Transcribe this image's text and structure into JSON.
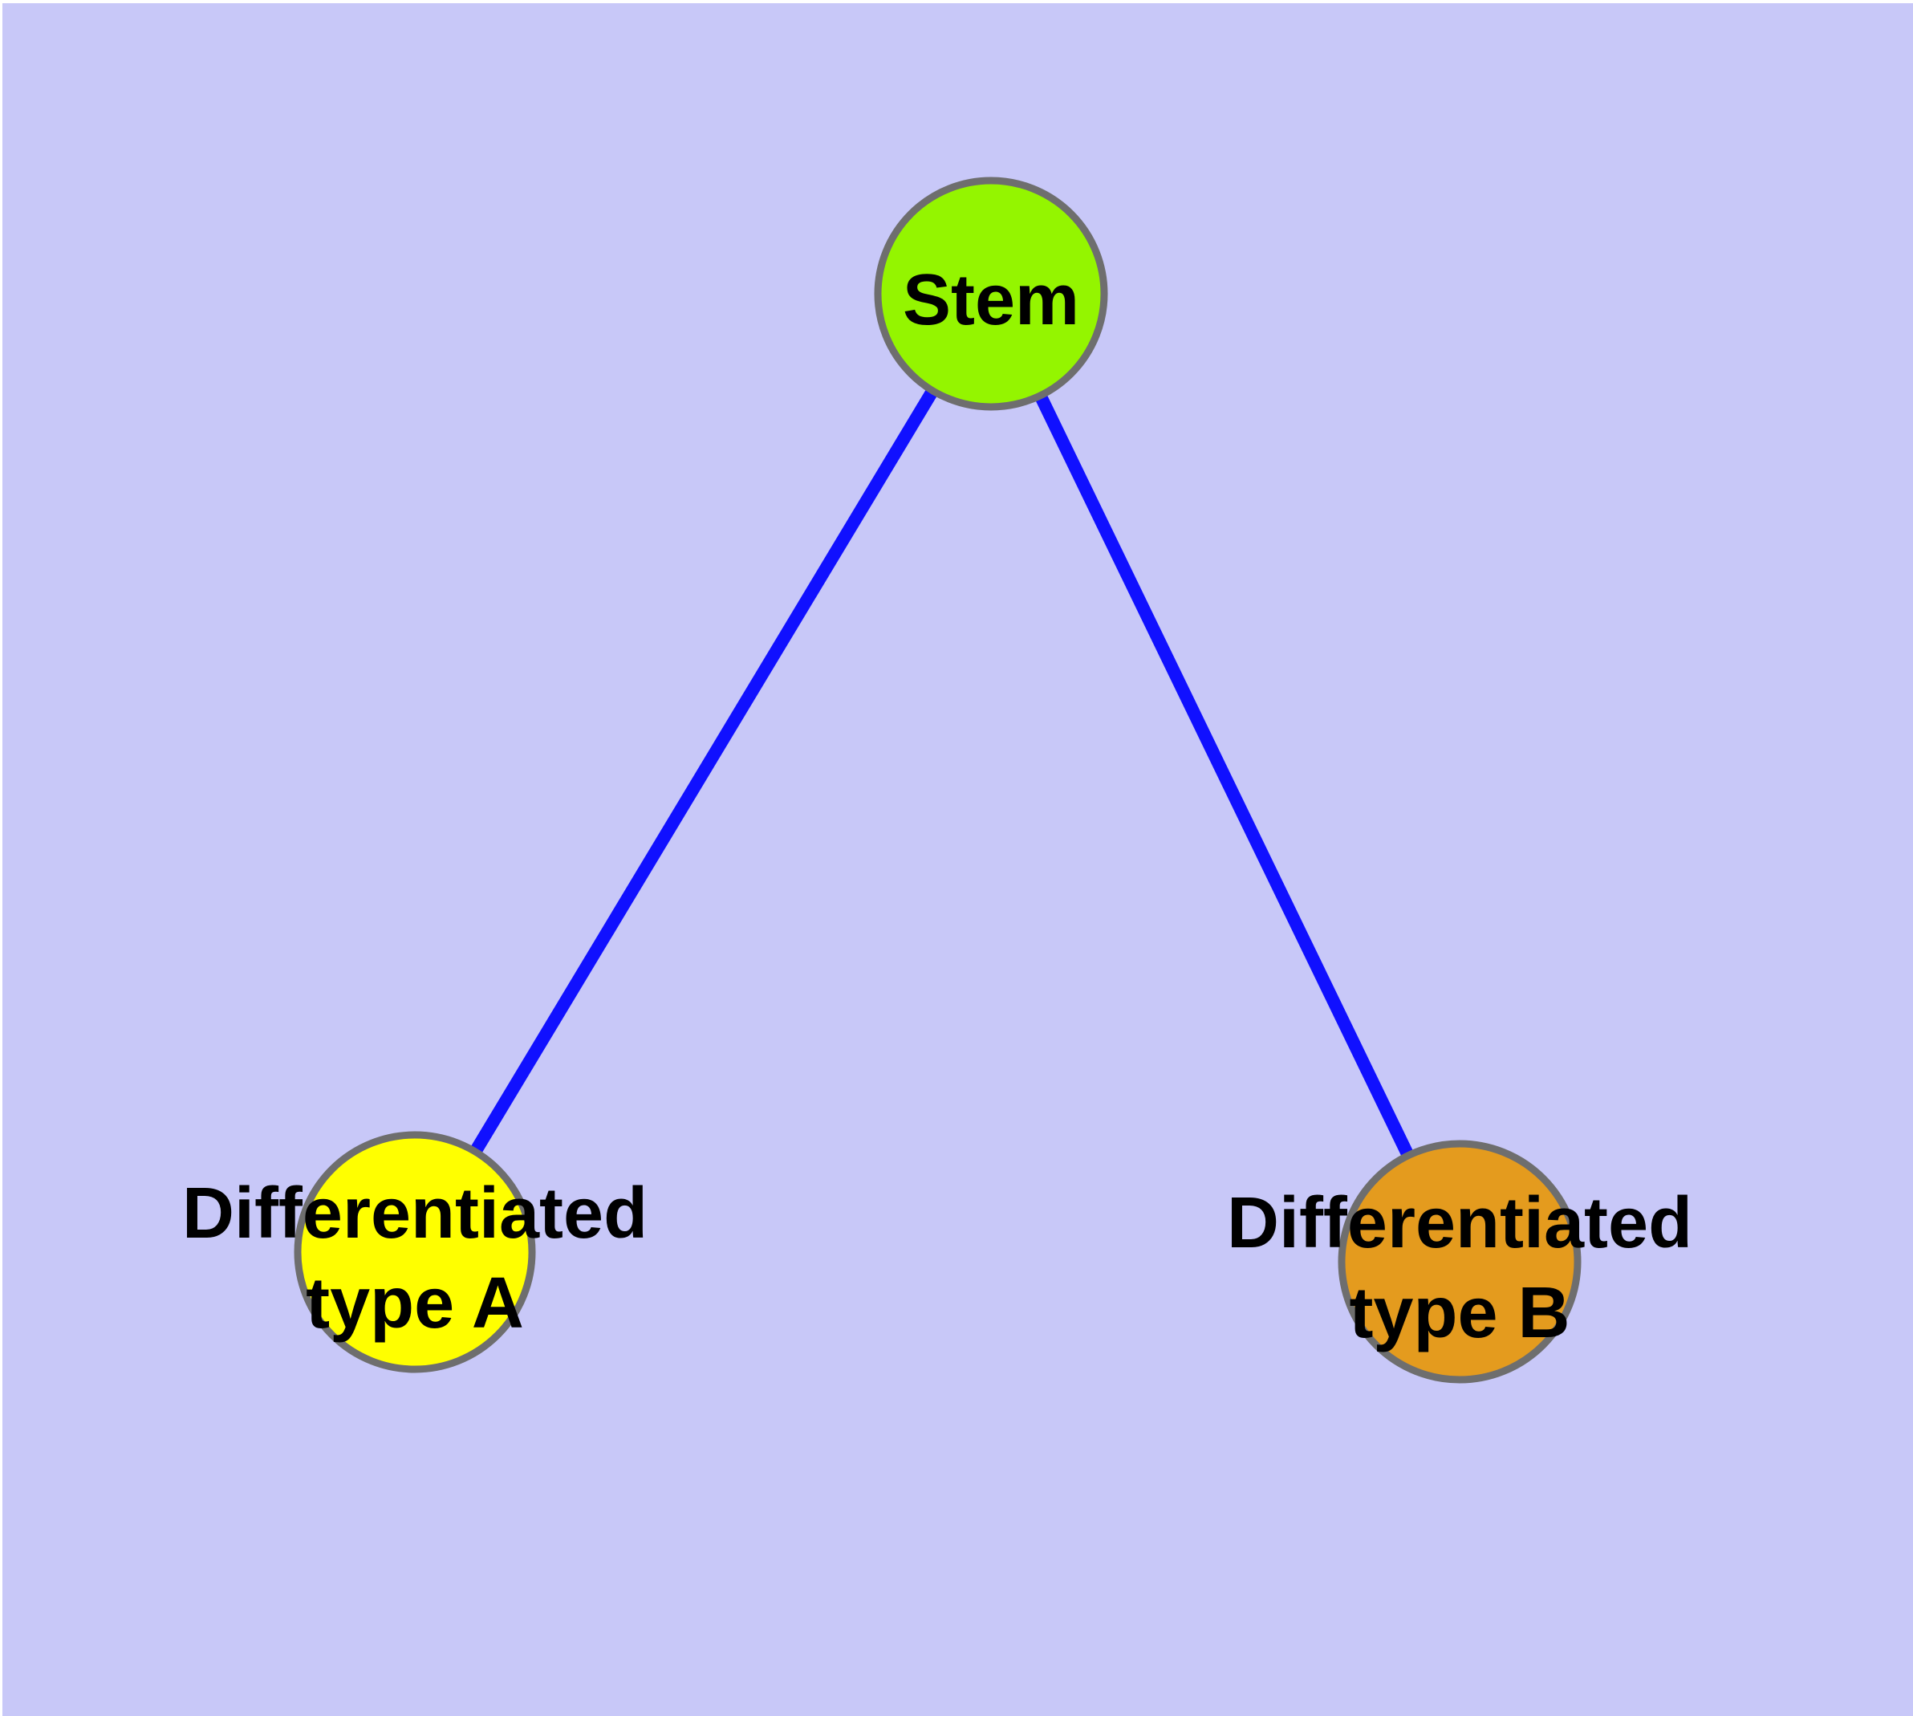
{
  "diagram": {
    "type": "node-link-graph",
    "background_color": "#C8C8F8",
    "margin_color": "#FFFFFF",
    "edge_color": "#1010FF",
    "node_border_color": "#6E6E6E",
    "label_color": "#000000",
    "nodes": [
      {
        "id": "stem",
        "label": "Stem",
        "fill": "#94F500"
      },
      {
        "id": "differentiated-type-a",
        "label": "Differentiated type A",
        "label_line1": "Differentiated",
        "label_line2": "type A",
        "fill": "#FFFF00"
      },
      {
        "id": "differentiated-type-b",
        "label": "Differentiated type B",
        "label_line1": "Differentiated",
        "label_line2": "type B",
        "fill": "#E49B1E"
      }
    ],
    "edges": [
      {
        "from": "stem",
        "to": "differentiated-type-a"
      },
      {
        "from": "stem",
        "to": "differentiated-type-b"
      }
    ]
  }
}
